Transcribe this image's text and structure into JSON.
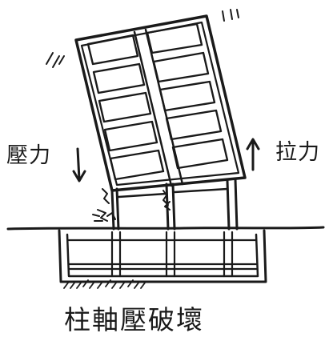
{
  "labels": {
    "compression": "壓力",
    "tension": "拉力",
    "caption": "柱軸壓破壞"
  },
  "icons": {
    "compression_arrow": "arrow-down-icon",
    "tension_arrow": "arrow-up-icon"
  },
  "colors": {
    "ink": "#1a1a1a",
    "paper": "#ffffff"
  }
}
